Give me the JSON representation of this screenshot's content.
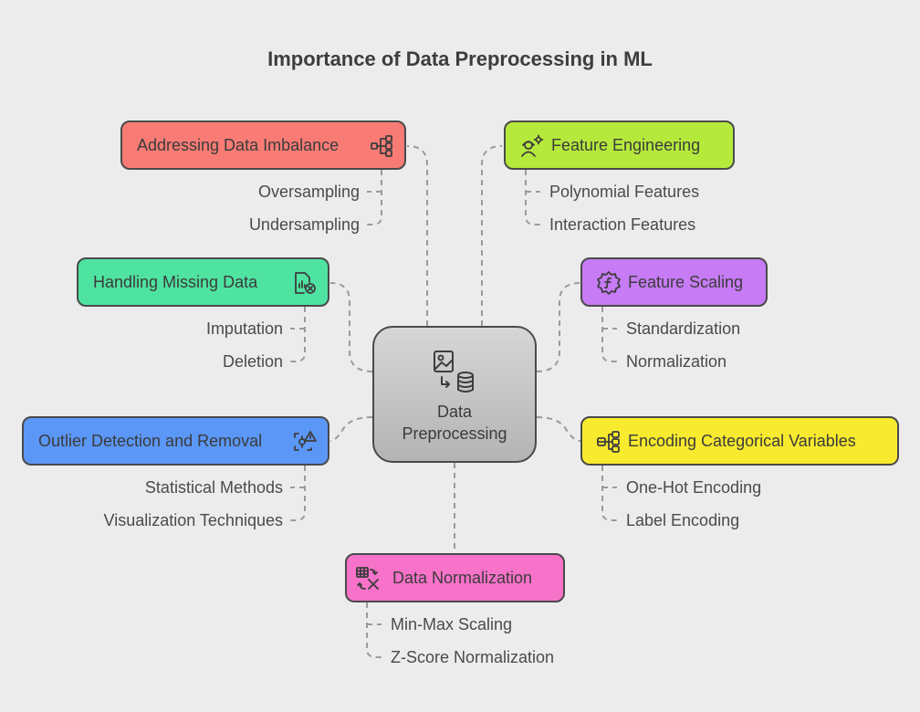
{
  "title": "Importance of Data Preprocessing in ML",
  "center": {
    "label_line1": "Data",
    "label_line2": "Preprocessing",
    "icon": "image-to-database-icon"
  },
  "branches": [
    {
      "id": "addressing-data-imbalance",
      "label": "Addressing Data Imbalance",
      "color": "#f87c75",
      "icon": "hierarchy-icon",
      "items": [
        "Oversampling",
        "Undersampling"
      ]
    },
    {
      "id": "handling-missing-data",
      "label": "Handling Missing Data",
      "color": "#4fe3a1",
      "icon": "document-chart-cancel-icon",
      "items": [
        "Imputation",
        "Deletion"
      ]
    },
    {
      "id": "outlier-detection",
      "label": "Outlier Detection and Removal",
      "color": "#5b97f7",
      "icon": "alert-detect-icon",
      "items": [
        "Statistical Methods",
        "Visualization Techniques"
      ]
    },
    {
      "id": "feature-engineering",
      "label": "Feature Engineering",
      "color": "#b5e93c",
      "icon": "engineer-gear-icon",
      "items": [
        "Polynomial Features",
        "Interaction Features"
      ]
    },
    {
      "id": "feature-scaling",
      "label": "Feature Scaling",
      "color": "#c77bf5",
      "icon": "function-badge-icon",
      "items": [
        "Standardization",
        "Normalization"
      ]
    },
    {
      "id": "encoding-categorical",
      "label": "Encoding Categorical Variables",
      "color": "#f8ea2e",
      "icon": "encoding-blocks-icon",
      "items": [
        "One-Hot Encoding",
        "Label Encoding"
      ]
    },
    {
      "id": "data-normalization",
      "label": "Data Normalization",
      "color": "#f772c9",
      "icon": "table-transform-icon",
      "items": [
        "Min-Max Scaling",
        "Z-Score Normalization"
      ]
    }
  ]
}
